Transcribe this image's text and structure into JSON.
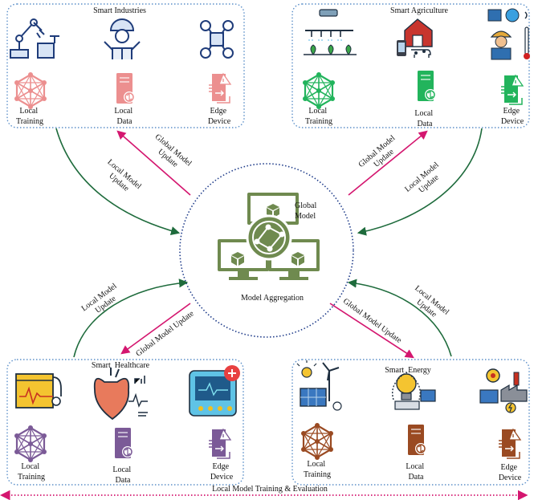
{
  "panels": {
    "top_left": {
      "title": "Smart Industries",
      "local_training": [
        "Local",
        "Training"
      ],
      "local_data": [
        "Local",
        "Data"
      ],
      "edge_device": [
        "Edge",
        "Device"
      ]
    },
    "top_right": {
      "title": "Smart Agriculture",
      "local_training": [
        "Local",
        "Training"
      ],
      "local_data": [
        "Local",
        "Data"
      ],
      "edge_device": [
        "Edge",
        "Device"
      ]
    },
    "bottom_left": {
      "title": "Smart  Healthcare",
      "local_training": [
        "Local",
        "Training"
      ],
      "local_data": [
        "Local",
        "Data"
      ],
      "edge_device": [
        "Edge",
        "Device"
      ]
    },
    "bottom_right": {
      "title": "Smart  Energy",
      "local_training": [
        "Local",
        "Training"
      ],
      "local_data": [
        "Local",
        "Data"
      ],
      "edge_device": [
        "Edge",
        "Device"
      ]
    }
  },
  "center": {
    "global_model": [
      "Global",
      "Model"
    ],
    "model_aggregation": "Model Aggregation"
  },
  "arrows": {
    "tl_global": [
      "Global Model",
      "Update"
    ],
    "tl_local": [
      "Local Model",
      "Update"
    ],
    "tr_global": [
      "Global Model",
      "Update"
    ],
    "tr_local": [
      "Local Model",
      "Update"
    ],
    "bl_global": "Global Model Update",
    "bl_local": [
      "Local Model",
      "Update"
    ],
    "br_global": "Global Model Update",
    "br_local": [
      "Local Model",
      "Update"
    ]
  },
  "footer": "Local Model Training & Evaluation",
  "colors": {
    "panel_border": "#5b8fc9",
    "circle_border": "#1f3c8a",
    "global_arrow": "#d4166f",
    "local_arrow": "#1e6b3c",
    "center_icon": "#6f8a4f",
    "industries": "#ec8f8f",
    "agriculture": "#22b45c",
    "healthcare": "#7b5a97",
    "energy": "#9a4a22"
  },
  "icons": [
    "robot-arm-icon",
    "engineer-icon",
    "drone-icon",
    "smart-irrigation-icon",
    "farm-icon",
    "farmer-icon",
    "ecg-monitor-icon",
    "heart-icon",
    "cardiac-monitor-icon",
    "wind-solar-icon",
    "smart-bulb-icon",
    "solar-factory-icon",
    "network-icon",
    "server-icon",
    "edge-device-icon",
    "global-model-icon"
  ]
}
